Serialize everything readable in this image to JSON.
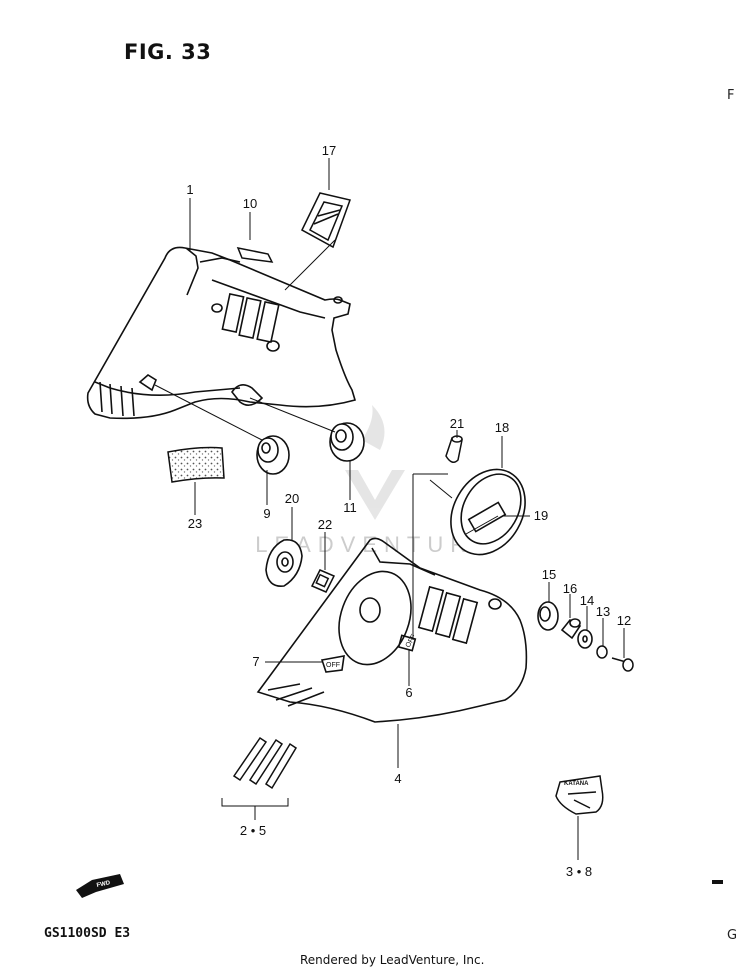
{
  "figure": {
    "title": "FIG. 33",
    "model": "GS1100SD  E3",
    "footer": "Rendered by LeadVenture, Inc.",
    "watermark": "LEADVENTURE",
    "edge_left_top": "F",
    "edge_right_bottom": "G"
  },
  "labels": {
    "fwd": "FWD",
    "katana": "KATANA",
    "off": "OFF"
  },
  "callouts": {
    "c1": "1",
    "c10": "10",
    "c17": "17",
    "c9": "9",
    "c11": "11",
    "c23": "23",
    "c21": "21",
    "c18": "18",
    "c19": "19",
    "c20": "20",
    "c22": "22",
    "c15": "15",
    "c16": "16",
    "c14": "14",
    "c13": "13",
    "c12": "12",
    "c7": "7",
    "c6": "6",
    "c4": "4",
    "c25": "2 • 5",
    "c38": "3 • 8"
  }
}
